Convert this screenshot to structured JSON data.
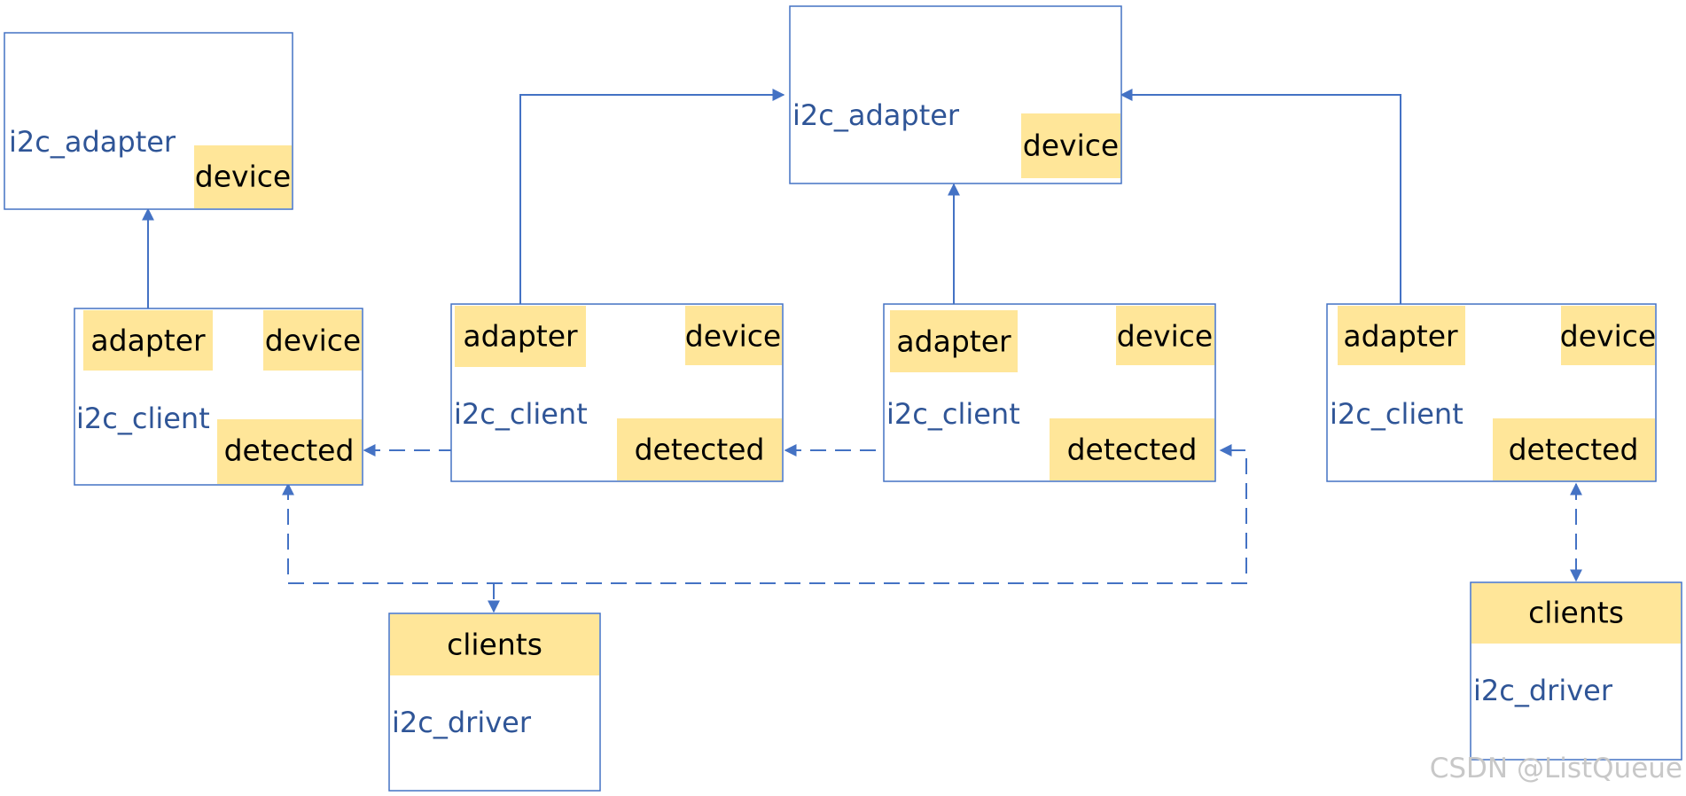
{
  "adapters": [
    {
      "type_label": "i2c_adapter",
      "field": "device"
    },
    {
      "type_label": "i2c_adapter",
      "field": "device"
    }
  ],
  "clients": [
    {
      "type_label": "i2c_client",
      "fields": {
        "adapter": "adapter",
        "device": "device",
        "detected": "detected"
      }
    },
    {
      "type_label": "i2c_client",
      "fields": {
        "adapter": "adapter",
        "device": "device",
        "detected": "detected"
      }
    },
    {
      "type_label": "i2c_client",
      "fields": {
        "adapter": "adapter",
        "device": "device",
        "detected": "detected"
      }
    },
    {
      "type_label": "i2c_client",
      "fields": {
        "adapter": "adapter",
        "device": "device",
        "detected": "detected"
      }
    }
  ],
  "drivers": [
    {
      "type_label": "i2c_driver",
      "field": "clients"
    },
    {
      "type_label": "i2c_driver",
      "field": "clients"
    }
  ],
  "watermark": "CSDN @ListQueue",
  "colors": {
    "border": "#4472c4",
    "field_fill": "#ffe699",
    "type_label": "#2f5597"
  }
}
